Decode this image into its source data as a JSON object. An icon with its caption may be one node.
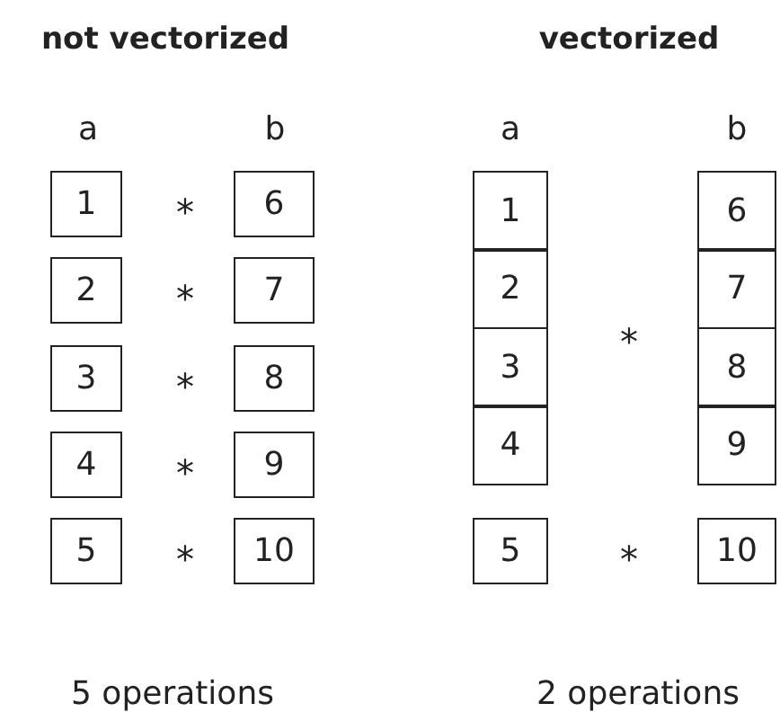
{
  "diagram": {
    "nodes": [
      {
        "text": [
          "1"
        ]
      },
      {
        "text": [
          "6"
        ]
      },
      {
        "text": [
          "2"
        ]
      },
      {
        "text": [
          "7"
        ]
      },
      {
        "text": [
          "3"
        ]
      },
      {
        "text": [
          "8"
        ]
      },
      {
        "text": [
          "4"
        ]
      },
      {
        "text": [
          "9"
        ]
      },
      {
        "text": [
          "5"
        ]
      },
      {
        "text": [
          "10"
        ]
      },
      {
        "text": [
          "1"
        ]
      },
      {
        "text": [
          "6"
        ]
      },
      {
        "text": [
          "2"
        ]
      },
      {
        "text": [
          "7"
        ]
      },
      {
        "text": [
          "3"
        ]
      },
      {
        "text": [
          "8"
        ]
      },
      {
        "text": [
          "4"
        ]
      },
      {
        "text": [
          "9"
        ]
      },
      {
        "text": [
          "5"
        ]
      },
      {
        "text": [
          "10"
        ]
      }
    ],
    "labels": [
      "not vectorized",
      "vectorized",
      "a",
      "b",
      "a",
      "b",
      "*",
      "*",
      "*",
      "*",
      "*",
      "*",
      "*",
      "5 operations",
      "2 operations"
    ]
  }
}
